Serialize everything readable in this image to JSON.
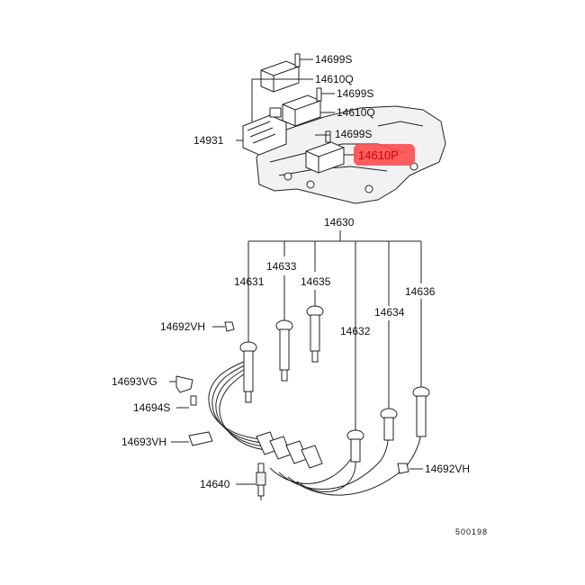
{
  "labels": {
    "p14699S_a": "14699S",
    "p14610Q_a": "14610Q",
    "p14699S_b": "14699S",
    "p14610Q_b": "14610Q",
    "p14699S_c": "14699S",
    "p14931": "14931",
    "p14610P": "14610P",
    "p14630": "14630",
    "p14633": "14633",
    "p14631": "14631",
    "p14635": "14635",
    "p14636": "14636",
    "p14634": "14634",
    "p14632": "14632",
    "p14692VH_a": "14692VH",
    "p14693VG": "14693VG",
    "p14694S": "14694S",
    "p14693VH": "14693VH",
    "p14692VH_b": "14692VH",
    "p14640": "14640",
    "diagram_no": "500198"
  },
  "colors": {
    "highlight": "#ff4d4d",
    "highlight_text": "#d10000",
    "line": "#222222"
  }
}
